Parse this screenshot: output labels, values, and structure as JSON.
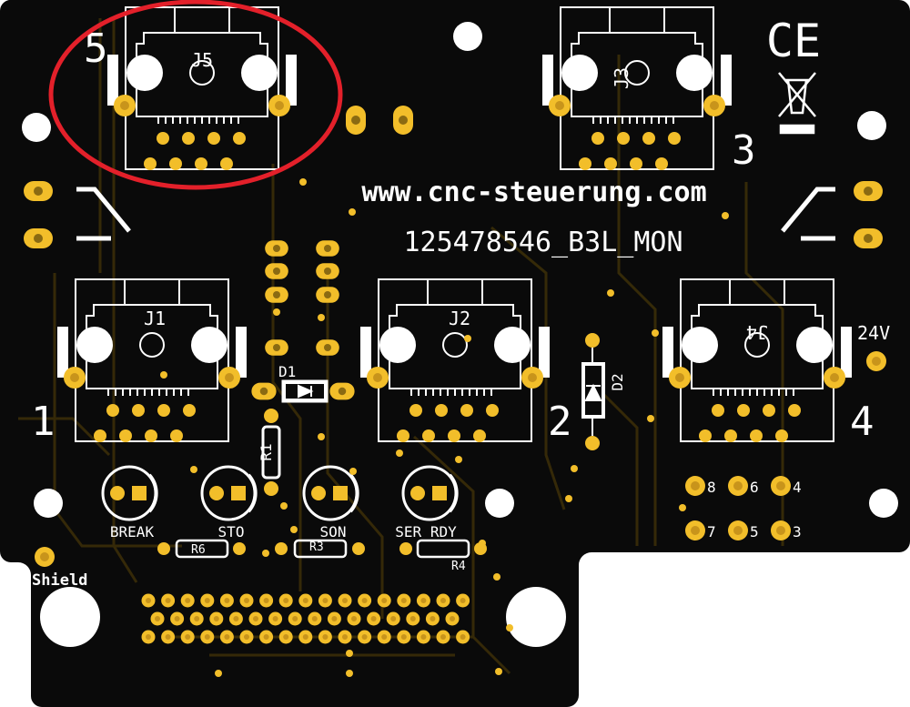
{
  "board": {
    "url_text": "www.cnc-steuerung.com",
    "part_number": "125478546_B3L_MON",
    "voltage_label": "24V",
    "shield_label": "Shield",
    "ce_mark": "CE",
    "colors": {
      "board": "#0a0a0a",
      "silkscreen": "#ffffff",
      "gold": "#f2be2a",
      "gold_dark": "#c8941b",
      "trace": "#3a2d08",
      "highlight": "#e3202a"
    }
  },
  "connectors": {
    "j5": {
      "label": "J5",
      "number": "5"
    },
    "j3": {
      "label": "J3",
      "number": "3"
    },
    "j1": {
      "label": "J1",
      "number": "1"
    },
    "j2": {
      "label": "J2",
      "number": "2"
    },
    "j4": {
      "label": "J4",
      "number": "4"
    }
  },
  "components": {
    "d1": "D1",
    "d2": "D2",
    "r1": "R1",
    "r3": "R3",
    "r4": "R4",
    "r6": "R6"
  },
  "leds": {
    "break": "BREAK",
    "sto": "STO",
    "son": "SON",
    "ser_rdy": "SER RDY"
  },
  "jumper_pins": [
    "8",
    "6",
    "4",
    "7",
    "5",
    "3"
  ]
}
